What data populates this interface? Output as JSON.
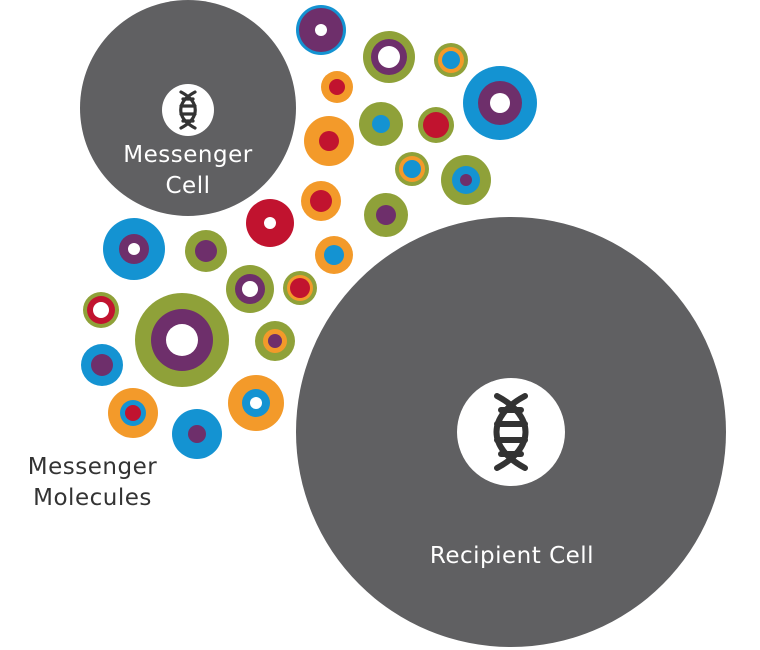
{
  "labels": {
    "messenger_cell_line1": "Messenger",
    "messenger_cell_line2": "Cell",
    "recipient_cell": "Recipient Cell",
    "molecules_line1": "Messenger",
    "molecules_line2": "Molecules"
  },
  "colors": {
    "cell": "#606062",
    "icon_bg": "#ffffff",
    "icon_strand": "#333333",
    "molecule_blue": "#1493d2",
    "molecule_purple": "#6e2f6b",
    "molecule_green": "#8fa139",
    "molecule_orange": "#f39a2a",
    "molecule_red": "#c1132f",
    "molecule_white": "#ffffff"
  },
  "icons": {
    "messenger_cell": "dna-icon",
    "recipient_cell": "dna-icon"
  }
}
